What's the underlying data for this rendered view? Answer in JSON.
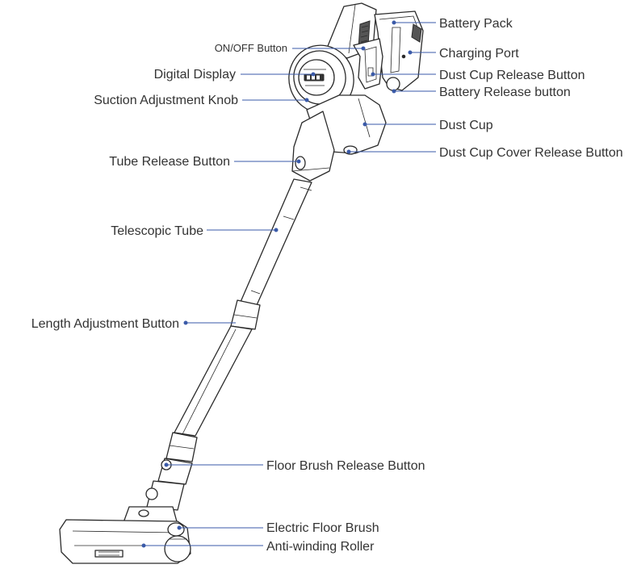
{
  "colors": {
    "leader_line": "#3a5aa8",
    "leader_dot": "#3a5aa8",
    "label_text": "#333333",
    "outline": "#2a2a2a"
  },
  "labels": {
    "battery_pack": "Battery Pack",
    "on_off_button": "ON/OFF Button",
    "charging_port": "Charging Port",
    "digital_display": "Digital Display",
    "dust_cup_release_button": "Dust Cup Release Button",
    "battery_release_button": "Battery Release button",
    "suction_adjustment_knob": "Suction Adjustment Knob",
    "dust_cup": "Dust Cup",
    "dust_cup_cover_release_button": "Dust Cup Cover Release Button",
    "tube_release_button": "Tube Release Button",
    "telescopic_tube": "Telescopic Tube",
    "length_adjustment_button": "Length Adjustment Button",
    "floor_brush_release_button": "Floor Brush Release Button",
    "electric_floor_brush": "Electric Floor Brush",
    "anti_winding_roller": "Anti-winding Roller"
  }
}
